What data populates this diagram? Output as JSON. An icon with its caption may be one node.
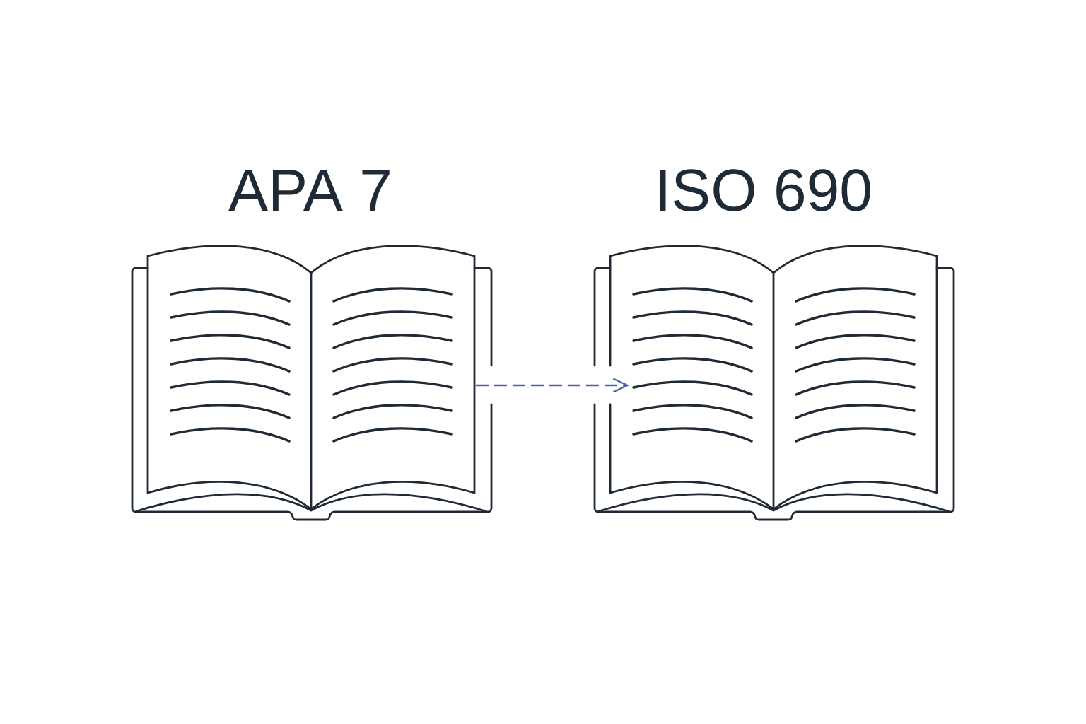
{
  "diagram": {
    "nodes": [
      {
        "text": [
          "APA 7"
        ]
      },
      {
        "text": [
          "ISO 690"
        ]
      }
    ],
    "edges": [
      {
        "from": 0,
        "to": 1,
        "arrow": "to",
        "style": "dashed",
        "color": "#4a63a8"
      }
    ]
  }
}
